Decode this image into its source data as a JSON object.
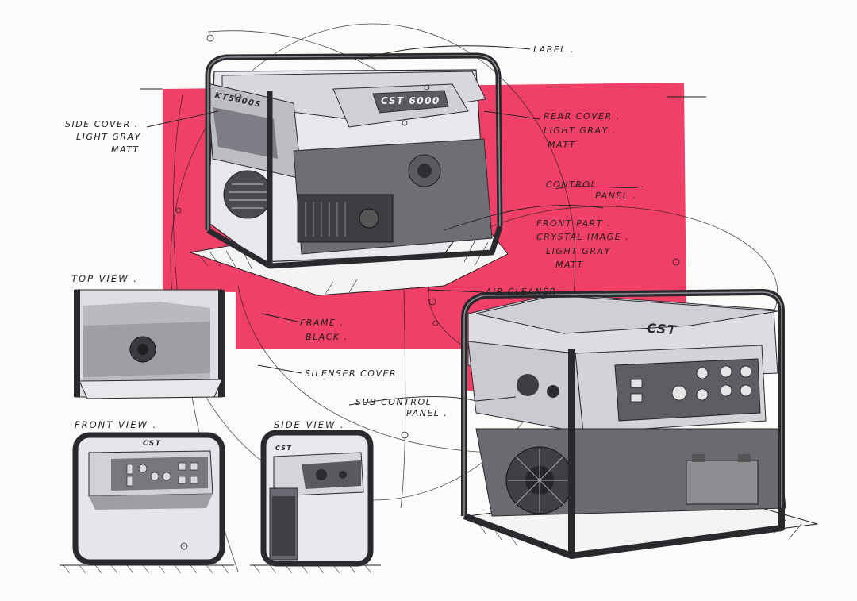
{
  "sheet": {
    "colors": {
      "paper": "#fbfbf9",
      "accent_pink": "#f0365f",
      "ink": "#1f1f1f",
      "light_gray": "#d9d9de",
      "mid_gray": "#9a9aa2",
      "dark_gray": "#4a4a50"
    }
  },
  "labels": {
    "label": "LABEL .",
    "side_cover": [
      "SIDE COVER .",
      "LIGHT GRAY",
      "MATT"
    ],
    "rear_cover": [
      "REAR COVER .",
      "LIGHT GRAY .",
      "MATT"
    ],
    "control_panel": [
      "CONTROL",
      "PANEL ."
    ],
    "front_part": [
      "FRONT PART .",
      "CRYSTAL IMAGE .",
      "LIGHT GRAY",
      "MATT"
    ],
    "air_cleaner": "AIR CLEANER",
    "frame": [
      "FRAME .",
      "BLACK ."
    ],
    "silencer_cover": "SILENSER COVER",
    "sub_control_panel": [
      "SUB CONTROL",
      "PANEL ."
    ],
    "top_view": "TOP VIEW .",
    "front_view": "FRONT VIEW .",
    "side_view": "SIDE VIEW ."
  },
  "branding": {
    "model_main": "CST 6000",
    "side_mark": "KT5000S",
    "brand_small": "CST",
    "brand_front": "CST"
  }
}
